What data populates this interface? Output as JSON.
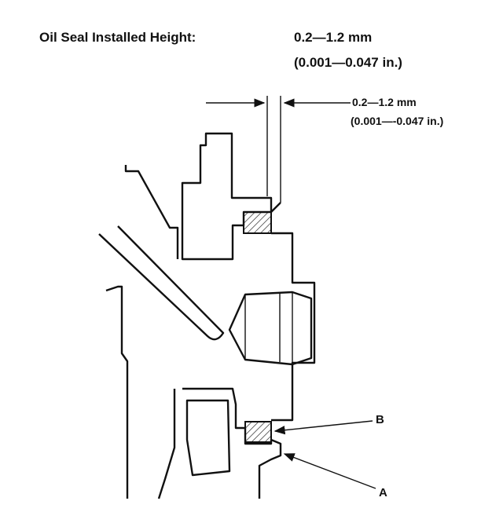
{
  "spec": {
    "label": "Oil Seal Installed Height:",
    "value_mm": "0.2—1.2 mm",
    "value_in": "(0.001—0.047 in.)"
  },
  "dimension": {
    "value_mm": "0.2—1.2 mm",
    "value_in": "(0.001—-0.047 in.)"
  },
  "callouts": {
    "a": "A",
    "b": "B"
  }
}
